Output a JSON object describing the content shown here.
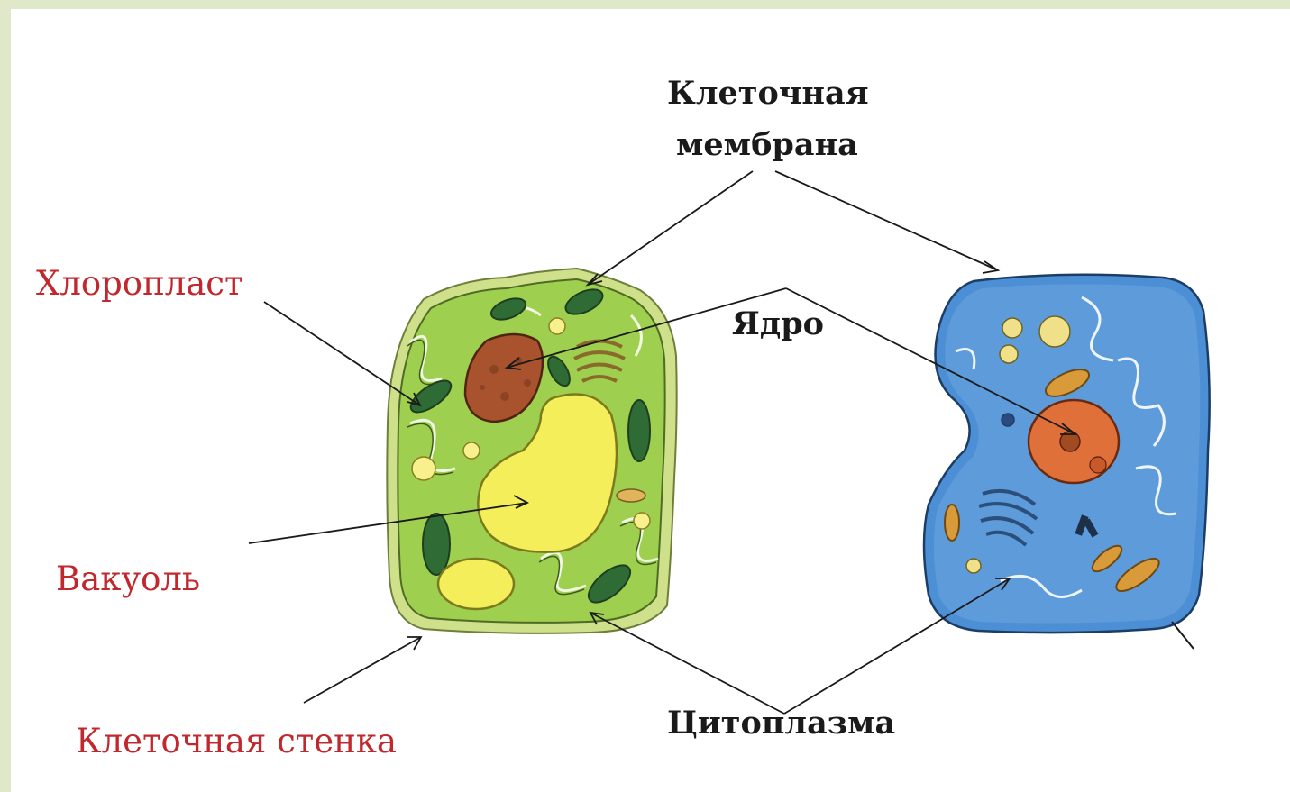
{
  "labels": {
    "membrane_line1": "Клеточная",
    "membrane_line2": "мембрана",
    "chloroplast": "Хлоропласт",
    "nucleus": "Ядро",
    "vacuole": "Вакуоль",
    "cell_wall": "Клеточная стенка",
    "cytoplasm": "Цитоплазма"
  },
  "colors": {
    "page_border": "#dfe8c9",
    "plant_cytoplasm": "#9fcf4e",
    "plant_wall": "#cfe08a",
    "chloroplast": "#2f6b34",
    "vacuole": "#f3ee59",
    "plant_nucleus": "#a8532e",
    "animal_cytoplasm": "#4d8fd4",
    "animal_nucleus": "#e0703a",
    "label_red": "#c0282d",
    "label_black": "#1a1a1a"
  }
}
